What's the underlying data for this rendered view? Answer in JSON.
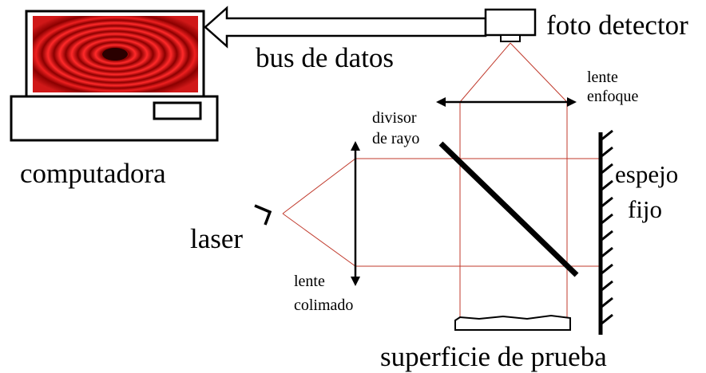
{
  "labels": {
    "computer": "computadora",
    "bus": "bus de datos",
    "photodetector": "foto detector",
    "focus_lens_line1": "lente",
    "focus_lens_line2": "enfoque",
    "beam_splitter_line1": "divisor",
    "beam_splitter_line2": "de rayo",
    "fixed_mirror_line1": "espejo",
    "fixed_mirror_line2": "fijo",
    "laser": "laser",
    "collimating_lens_line1": "lente",
    "collimating_lens_line2": "colimado",
    "test_surface": "superficie de prueba"
  },
  "colors": {
    "beam": "#c0392b",
    "screen_ring_dark": "#7a0000",
    "screen_ring_bright": "#ff2a2a",
    "ink": "#000000"
  }
}
